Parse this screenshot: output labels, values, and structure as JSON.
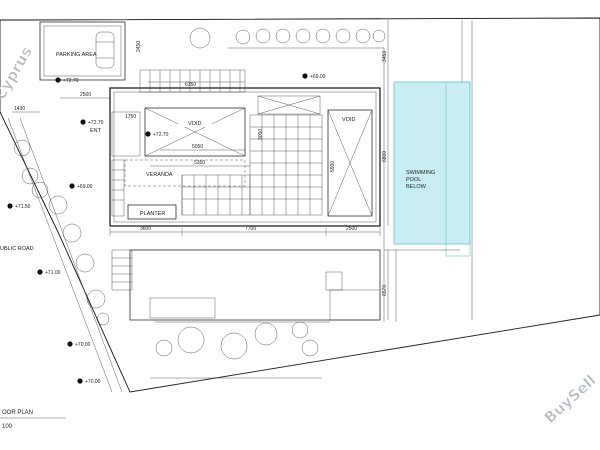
{
  "labels": {
    "parking_area": "PARKING AREA",
    "void_left": "VOID",
    "void_right": "VOID",
    "veranda": "VERANDA",
    "planter": "PLANTER",
    "entrance": "ENT",
    "pool_line1": "SWIMMING",
    "pool_line2": "POOL",
    "pool_line3": "BELOW",
    "public_road": "UBLIC ROAD",
    "plan_title": "OOR PLAN",
    "plan_scale": "100"
  },
  "levels": {
    "l1": "+72.70",
    "l2": "+69.00",
    "l3": "+72.70",
    "l4": "+72.70",
    "l5": "+69.00",
    "l6": "+71.50",
    "l7": "+71.00",
    "l8": "+70.00",
    "l9": "+70.00"
  },
  "dimensions": {
    "d3600": "3600",
    "d7700": "7700",
    "d2500b": "2500",
    "d5050": "5050",
    "d5350": "5350",
    "d6800": "6800",
    "d3450": "3450",
    "d6570": "6570",
    "d1430": "1430",
    "d1750": "1750",
    "d2500": "2500",
    "d6350": "6350",
    "d3050": "3050",
    "d5550": "5550",
    "d2450": "2450"
  },
  "watermarks": {
    "left": "l Cyprus",
    "right": "BuySell"
  },
  "colors": {
    "pool": "#c8eef3",
    "pool_edge": "#5fc4cf",
    "ink": "#111111"
  }
}
